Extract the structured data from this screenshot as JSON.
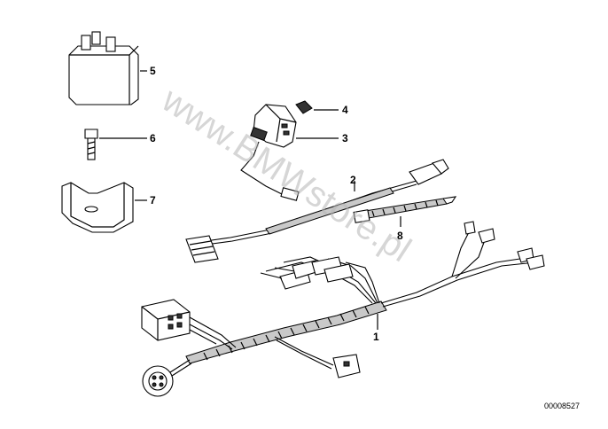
{
  "callouts": [
    {
      "id": "1",
      "label": "1"
    },
    {
      "id": "2",
      "label": "2"
    },
    {
      "id": "3",
      "label": "3"
    },
    {
      "id": "4",
      "label": "4"
    },
    {
      "id": "5",
      "label": "5"
    },
    {
      "id": "6",
      "label": "6"
    },
    {
      "id": "7",
      "label": "7"
    },
    {
      "id": "8",
      "label": "8"
    }
  ],
  "reference_code": "00008527",
  "watermark": "www.BMWstore.pl"
}
